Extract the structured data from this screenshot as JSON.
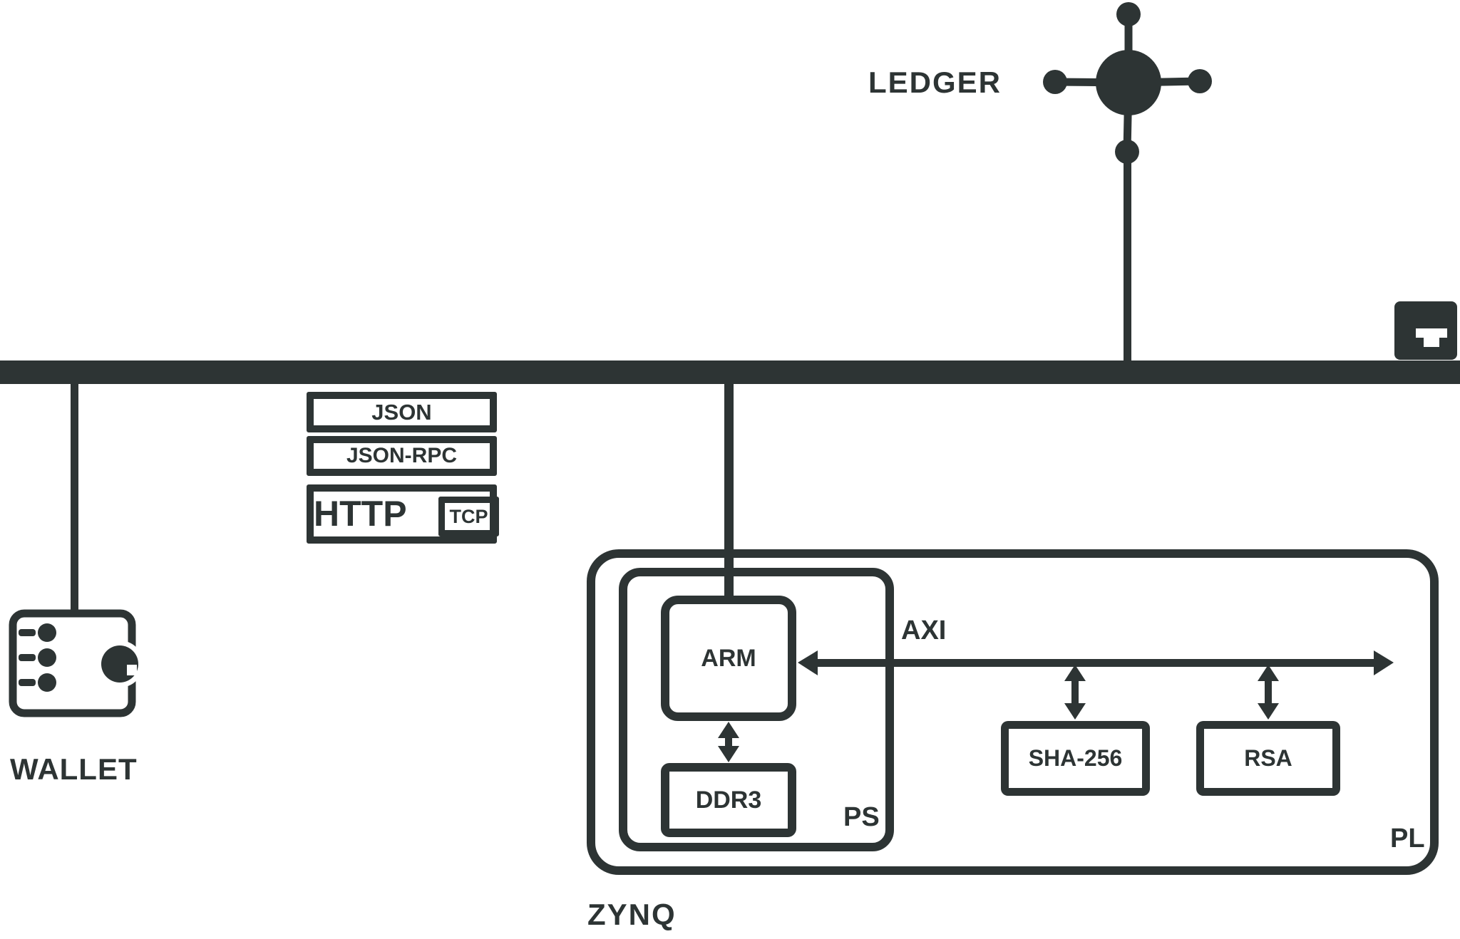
{
  "colors": {
    "ink": "#2d3434",
    "background": "#ffffff"
  },
  "ledger": {
    "label": "LEDGER",
    "icon": "network-hub-icon"
  },
  "network_bus": {
    "type": "ethernet",
    "icon": "ethernet-port-icon"
  },
  "wallet": {
    "label": "WALLET",
    "icon": "wallet-icon"
  },
  "protocol_stack": {
    "rows": [
      {
        "label": "JSON"
      },
      {
        "label": "JSON-RPC"
      }
    ],
    "http_label": "HTTP",
    "tcp_label": "TCP"
  },
  "zynq": {
    "label": "ZYNQ",
    "pl_label": "PL",
    "ps_label": "PS",
    "arm_label": "ARM",
    "memory_label": "DDR3",
    "axi_label": "AXI",
    "accelerators": [
      {
        "label": "SHA-256"
      },
      {
        "label": "RSA"
      }
    ]
  }
}
